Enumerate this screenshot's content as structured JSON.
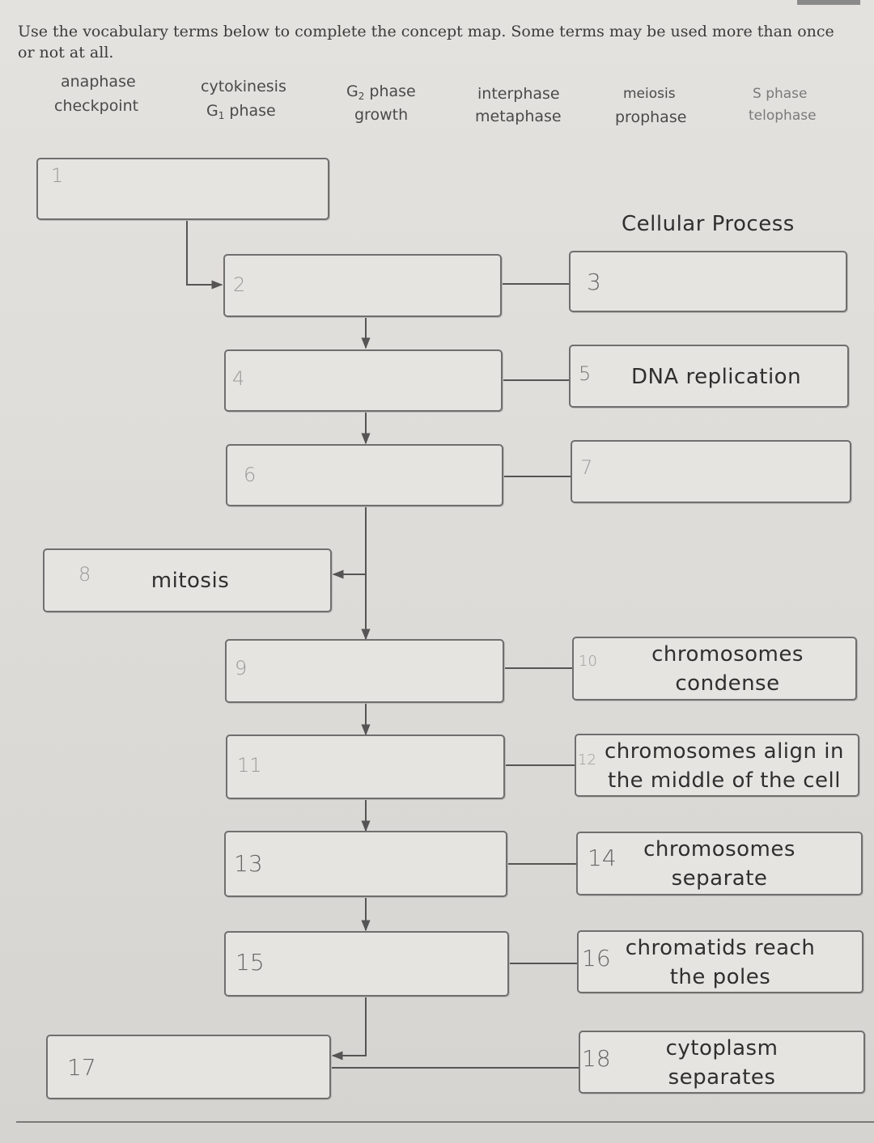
{
  "instructions": "Use the vocabulary terms below to complete the concept map. Some terms may be used more than once or not at all.",
  "vocabulary": {
    "anaphase": "anaphase",
    "cytokinesis": "cytokinesis",
    "g2_letter": "G",
    "g2_sub": "2",
    "g2_rest": " phase",
    "interphase": "interphase",
    "meiosis": "meiosis",
    "s_phase": "S phase",
    "checkpoint": "checkpoint",
    "g1_letter": "G",
    "g1_sub": "1",
    "g1_rest": " phase",
    "growth": "growth",
    "metaphase": "metaphase",
    "prophase": "prophase",
    "telophase": "telophase"
  },
  "concept_map": {
    "heading": "Cellular Process",
    "box_5_text": "DNA replication",
    "box_8_text": "mitosis",
    "box_10_line1": "chromosomes",
    "box_10_line2": "condense",
    "box_12_line1": "chromosomes align in",
    "box_12_line2": "the middle of the cell",
    "box_14_line1": "chromosomes",
    "box_14_line2": "separate",
    "box_16_line1": "chromatids reach",
    "box_16_line2": "the poles",
    "box_18_line1": "cytoplasm",
    "box_18_line2": "separates",
    "numbers": {
      "n1": "1",
      "n2": "2",
      "n3": "3",
      "n4": "4",
      "n5": "5",
      "n6": "6",
      "n7": "7",
      "n8": "8",
      "n9": "9",
      "n10": "10",
      "n11": "11",
      "n12": "12",
      "n13": "13",
      "n14": "14",
      "n15": "15",
      "n16": "16",
      "n17": "17",
      "n18": "18"
    }
  }
}
